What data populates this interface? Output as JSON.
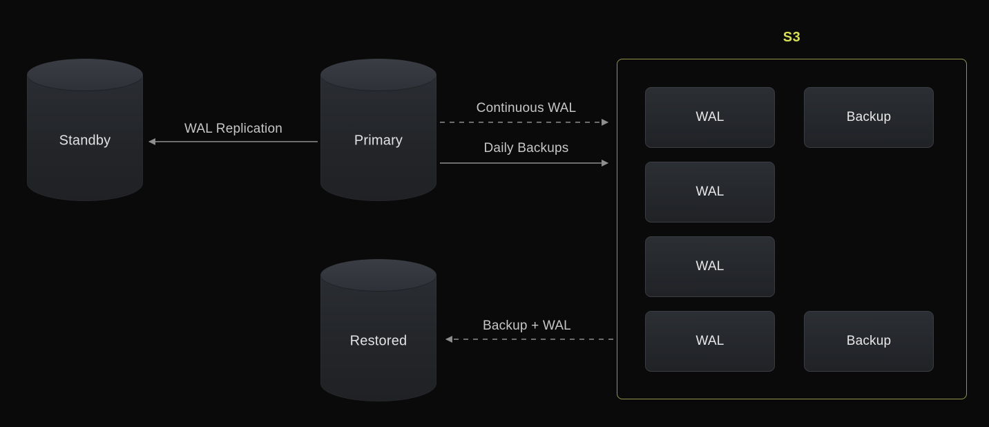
{
  "diagram": {
    "nodes": {
      "standby": {
        "label": "Standby"
      },
      "primary": {
        "label": "Primary"
      },
      "restored": {
        "label": "Restored"
      }
    },
    "edges": {
      "wal_replication": {
        "label": "WAL Replication",
        "style": "solid",
        "direction": "primary-to-standby"
      },
      "continuous_wal": {
        "label": "Continuous WAL",
        "style": "dashed",
        "direction": "primary-to-s3"
      },
      "daily_backups": {
        "label": "Daily Backups",
        "style": "solid",
        "direction": "primary-to-s3"
      },
      "backup_plus_wal": {
        "label": "Backup + WAL",
        "style": "dashed",
        "direction": "s3-to-restored"
      }
    },
    "s3": {
      "title": "S3",
      "items": [
        {
          "label": "WAL",
          "row": 1,
          "col": 1
        },
        {
          "label": "Backup",
          "row": 1,
          "col": 2
        },
        {
          "label": "WAL",
          "row": 2,
          "col": 1
        },
        {
          "label": "WAL",
          "row": 3,
          "col": 1
        },
        {
          "label": "WAL",
          "row": 4,
          "col": 1
        },
        {
          "label": "Backup",
          "row": 4,
          "col": 2
        }
      ]
    },
    "colors": {
      "background": "#0a0a0b",
      "accent_yellow": "#d8df52",
      "s3_border": "#93964a",
      "arrow": "#8f8f8f",
      "node_fill": "#232529",
      "text": "#e2e2e2"
    }
  }
}
